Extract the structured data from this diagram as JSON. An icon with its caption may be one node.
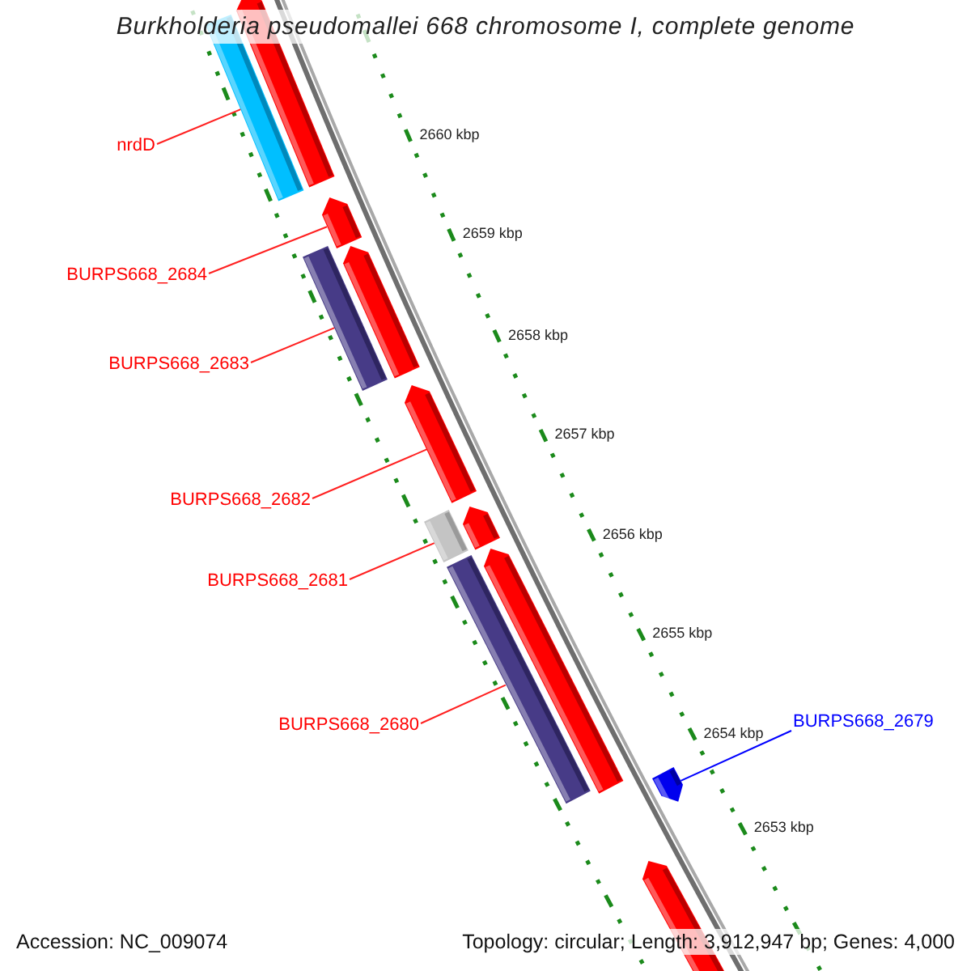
{
  "diagram": {
    "title": "Burkholderia pseudomallei 668 chromosome I, complete genome",
    "nodes": [
      {
        "text": [
          "nrdD"
        ]
      },
      {
        "text": [
          "BURPS668_2684"
        ]
      },
      {
        "text": [
          "BURPS668_2683"
        ]
      },
      {
        "text": [
          "BURPS668_2682"
        ]
      },
      {
        "text": [
          "BURPS668_2681"
        ]
      },
      {
        "text": [
          "BURPS668_2680"
        ]
      },
      {
        "text": [
          "BURPS668_2679"
        ]
      },
      {
        "text": [],
        "shape": "pentagon"
      },
      {
        "text": [],
        "shape": "bar"
      },
      {
        "text": [],
        "shape": "pentagon"
      },
      {
        "text": [],
        "shape": "pentagon"
      },
      {
        "text": [],
        "shape": "bar"
      },
      {
        "text": [],
        "shape": "pentagon"
      },
      {
        "text": [],
        "shape": "pentagon"
      },
      {
        "text": [],
        "shape": "bar"
      },
      {
        "text": [],
        "shape": "pentagon"
      },
      {
        "text": [],
        "shape": "bar"
      },
      {
        "text": [],
        "shape": "pentagon"
      },
      {
        "text": [],
        "shape": "pentagon"
      }
    ],
    "edges": [
      {
        "from": 0,
        "to": 8,
        "arrow": "none"
      },
      {
        "from": 1,
        "to": 9,
        "arrow": "none"
      },
      {
        "from": 2,
        "to": 11,
        "arrow": "none"
      },
      {
        "from": 3,
        "to": 12,
        "arrow": "none"
      },
      {
        "from": 4,
        "to": 14,
        "arrow": "none"
      },
      {
        "from": 5,
        "to": 16,
        "arrow": "none"
      },
      {
        "from": 6,
        "to": 17,
        "arrow": "none",
        "color": "#0000ff"
      }
    ],
    "labels": [
      "2660 kbp",
      "2659 kbp",
      "2658 kbp",
      "2657 kbp",
      "2656 kbp",
      "2655 kbp",
      "2654 kbp",
      "2653 kbp",
      "Accession: NC_009074",
      "Topology: circular; Length: 3,912,947 bp; Genes: 4,000"
    ]
  }
}
